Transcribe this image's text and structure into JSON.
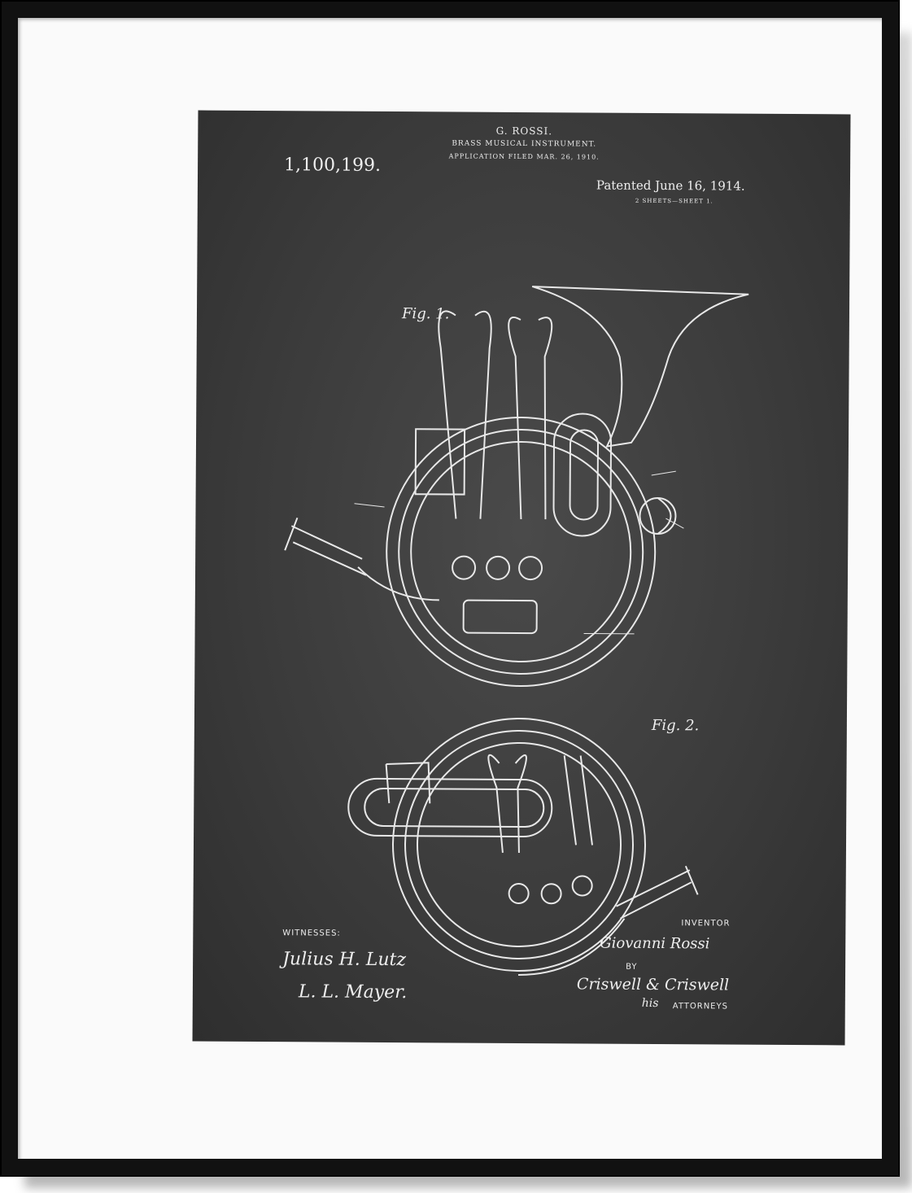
{
  "patent": {
    "inventor_name": "G. ROSSI.",
    "title": "BRASS MUSICAL INSTRUMENT.",
    "application": "APPLICATION FILED MAR. 26, 1910.",
    "number": "1,100,199.",
    "patented": "Patented June 16, 1914.",
    "sheets": "2 SHEETS—SHEET 1.",
    "fig1": "Fig. 1.",
    "fig2": "Fig. 2.",
    "witnesses_label": "WITNESSES:",
    "witness1": "Julius H. Lutz",
    "witness2": "L. L. Mayer.",
    "inventor_label": "INVENTOR",
    "inventor_signature": "Giovanni Rossi",
    "by_label": "BY",
    "attorneys_signature": "Criswell & Criswell",
    "his_label": "his",
    "attorneys_label": "ATTORNEYS"
  },
  "colors": {
    "frame": "#111111",
    "mat": "#fafafa",
    "chalkboard": "#3a3a3a",
    "chalk": "#eeeeee"
  }
}
